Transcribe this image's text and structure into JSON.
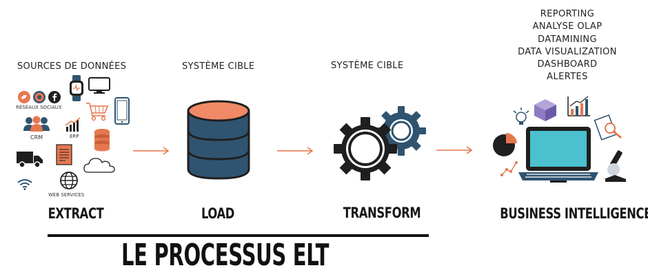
{
  "sources": {
    "caption": "SOURCES DE DONNÉES",
    "labels": {
      "social": "RÉSEAUX SOCIAUX",
      "crm": "CRM",
      "erp": "ERP",
      "web": "WEB SERVICES"
    }
  },
  "load": {
    "caption": "SYSTÈME CIBLE",
    "stage": "LOAD"
  },
  "transform": {
    "caption": "SYSTÈME CIBLE",
    "stage": "TRANSFORM"
  },
  "extract": {
    "stage": "EXTRACT"
  },
  "bi": {
    "items": [
      "REPORTING",
      "ANALYSE OLAP",
      "DATAMINING",
      "DATA VISUALIZATION",
      "DASHBOARD",
      "ALERTES"
    ],
    "stage": "BUSINESS INTELLIGENCE"
  },
  "title": "LE PROCESSUS ELT",
  "colors": {
    "accent": "#e5774f",
    "navy": "#2f5470",
    "dark": "#1f1f1f",
    "teal": "#3fb7c7"
  }
}
